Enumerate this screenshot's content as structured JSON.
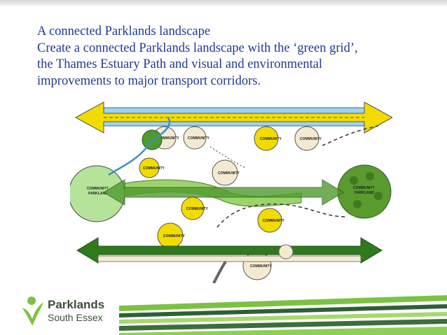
{
  "slide": {
    "lines": [
      "A connected Parklands landscape",
      "Create a connected Parklands landscape with the ‘green grid’,",
      "the Thames Estuary Path and visual and environmental",
      "improvements to major transport corridors."
    ]
  },
  "diagram": {
    "labels": {
      "community": "COMMUNITY",
      "community_parkland": [
        "COMMUNITY",
        "PARKLAND"
      ]
    }
  },
  "footer": {
    "brand_title": "Parklands",
    "brand_subtitle": "South Essex"
  },
  "colors": {
    "text_blue": "#1f3b93",
    "arrow_yellow": "#f2dc00",
    "arrow_green": "#2f7a1e",
    "light_green": "#9bd46a",
    "water_blue": "#9fd3ea",
    "brand_green": "#7cc242"
  }
}
